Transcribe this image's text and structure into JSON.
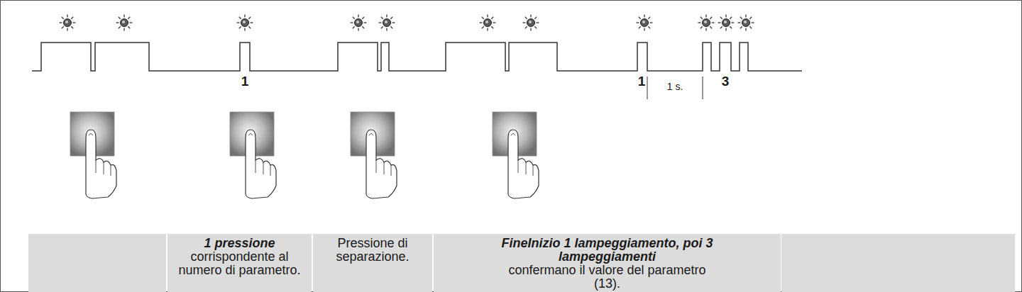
{
  "diagram": {
    "nodes": [
      {
        "text": [
          "1 pressione",
          "corrispondente al numero di parametro."
        ]
      },
      {
        "text": [
          "Pressione di separazione."
        ]
      },
      {
        "text": [
          "FineInizio 1 lampeggiamento, poi 3 lampeggiamenti",
          "confermano il valore del parametro (13)."
        ]
      }
    ],
    "labels": [
      "1",
      "1",
      "1 s.",
      "3"
    ]
  }
}
